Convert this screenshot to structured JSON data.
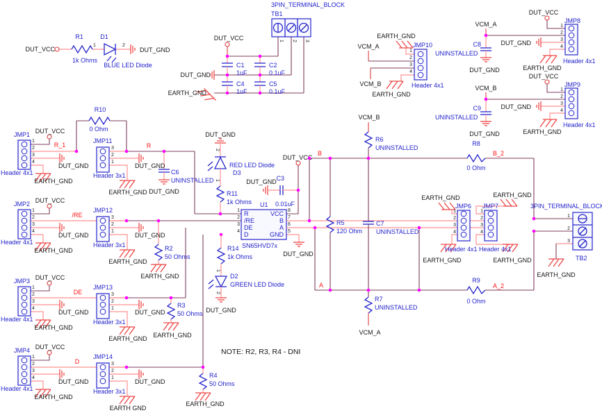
{
  "note": "NOTE: R2, R3, R4 - DNI",
  "power": {
    "dut_vcc": "DUT_VCC",
    "dut_gnd": "DUT_GND",
    "earth_gnd": "EARTH_GND",
    "earth_gnd_b": "EARTH GND",
    "vcm_a": "VCM_A",
    "vcm_b": "VCM_B"
  },
  "signals": {
    "r_1": "R_1",
    "r": "R",
    "re": "/RE",
    "de": "DE",
    "d": "D",
    "b": "B",
    "a": "A",
    "b_2": "B_2",
    "a_2": "A_2"
  },
  "lib": {
    "h4": "Header 4x1",
    "h3": "Header 3x1",
    "tb": "3PIN_TERMINAL_BLOCK"
  },
  "pn": {
    "n1": "1",
    "n2": "2",
    "n3": "3",
    "n4": "4",
    "n5": "5",
    "n6": "6",
    "n7": "7",
    "n8": "8"
  },
  "jumpers": {
    "j1": "JMP1",
    "j2": "JMP2",
    "j3": "JMP3",
    "j4": "JMP4",
    "j6": "JMP6",
    "j7": "JMP7",
    "j8": "JMP8",
    "j9": "JMP9",
    "j10": "JMP10",
    "j11": "JMP11",
    "j12": "JMP12",
    "j13": "JMP13",
    "j14": "JMP14"
  },
  "comps": {
    "r1": {
      "r": "R1",
      "v": "1k Ohms"
    },
    "r2": {
      "r": "R2",
      "v": "50 Ohms"
    },
    "r3": {
      "r": "R3",
      "v": "50 Ohms"
    },
    "r4": {
      "r": "R4",
      "v": "50 Ohms"
    },
    "r5": {
      "r": "R5",
      "v": "120 Ohm"
    },
    "r6": {
      "r": "R6",
      "v": "UNINSTALLED"
    },
    "r7": {
      "r": "R7",
      "v": "UNINSTALLED"
    },
    "r8": {
      "r": "R8",
      "v": "0 Ohm"
    },
    "r9": {
      "r": "R9",
      "v": "0 Ohm"
    },
    "r10": {
      "r": "R10",
      "v": "0 Ohm"
    },
    "r11": {
      "r": "R11",
      "v": "1k Ohms"
    },
    "r14": {
      "r": "R14",
      "v": "1k Ohms"
    },
    "c1": {
      "r": "C1",
      "v": "1uF"
    },
    "c2": {
      "r": "C2",
      "v": "0.1uF"
    },
    "c3": {
      "r": "C3",
      "v": "0.01uF"
    },
    "c4": {
      "r": "C4",
      "v": "1uF"
    },
    "c5": {
      "r": "C5",
      "v": "0.1uF"
    },
    "c6": {
      "r": "C6",
      "v": "UNINSTALLED"
    },
    "c7": {
      "r": "C7",
      "v": "UNINSTALLED"
    },
    "c8": {
      "r": "C8",
      "v": "UNINSTALLED"
    },
    "c9": {
      "r": "C9",
      "v": "UNINSTALLED"
    },
    "d1": {
      "r": "D1",
      "v": "BLUE LED Diode"
    },
    "d2": {
      "r": "D2",
      "v": "GREEN LED Diode"
    },
    "d3": {
      "r": "D3",
      "v": "RED LED Diode"
    },
    "u1": {
      "r": "U1",
      "part": "SN65HVD7x",
      "left": [
        "R",
        "/RE",
        "DE",
        "D"
      ],
      "right": [
        "VCC",
        "B",
        "A",
        "GND"
      ]
    },
    "tb1": {
      "r": "TB1"
    },
    "tb2": {
      "r": "TB2"
    }
  }
}
